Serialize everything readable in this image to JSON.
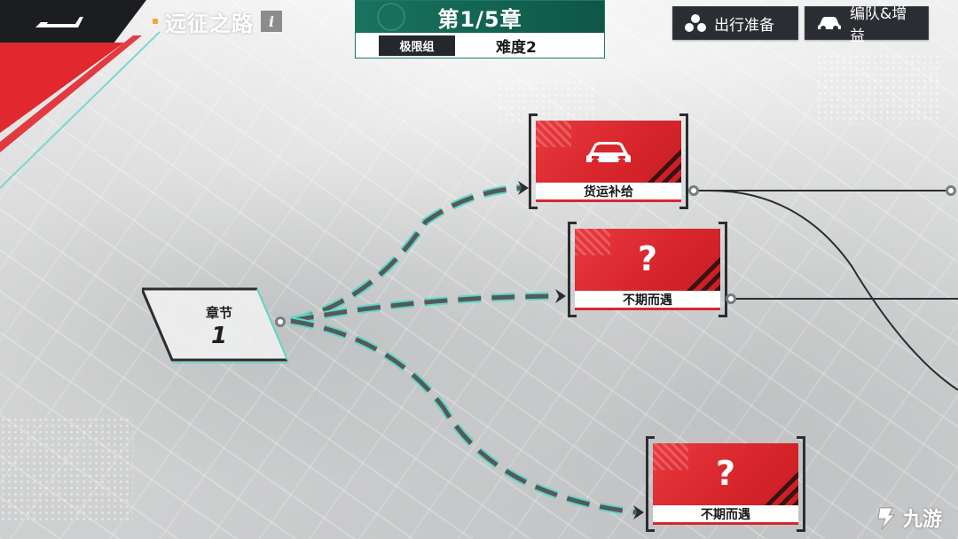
{
  "header": {
    "title": "远征之路",
    "info_label": "i"
  },
  "chapter": {
    "title": "第1/5章",
    "group": "极限组",
    "difficulty": "难度2"
  },
  "actions": {
    "prepare_label": "出行准备",
    "formation_label": "编队&增益"
  },
  "route": {
    "start_label": "章节",
    "start_number": "1",
    "nodes": [
      {
        "label": "货运补给",
        "icon": "car-icon"
      },
      {
        "label": "不期而遇",
        "icon": "question-icon",
        "glyph": "?"
      },
      {
        "label": "不期而遇",
        "icon": "question-icon",
        "glyph": "?"
      }
    ]
  },
  "watermark": {
    "text": "九游"
  },
  "colors": {
    "accent_teal": "#18735f",
    "card_red": "#d8262c",
    "dark": "#2a2d31",
    "path_cyan": "#5fd6c4"
  }
}
